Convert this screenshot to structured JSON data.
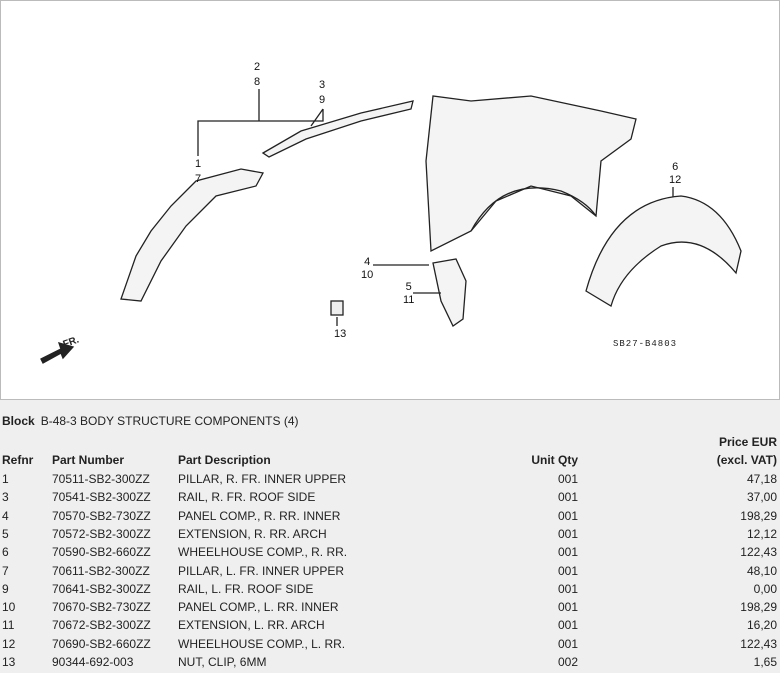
{
  "diagram": {
    "callouts": [
      {
        "id": "c28",
        "a": "2",
        "b": "8"
      },
      {
        "id": "c39",
        "a": "3",
        "b": "9"
      },
      {
        "id": "c17",
        "a": "1",
        "b": "7"
      },
      {
        "id": "c612",
        "a": "6",
        "b": "12"
      },
      {
        "id": "c410",
        "a": "4",
        "b": "10"
      },
      {
        "id": "c511",
        "a": "5",
        "b": "11"
      },
      {
        "id": "c13",
        "a": "13"
      }
    ],
    "front_label": "FR.",
    "diagram_code": "SB27-B4803"
  },
  "block": {
    "label": "Block",
    "title": "B-48-3 BODY STRUCTURE COMPONENTS (4)"
  },
  "table": {
    "headers": {
      "refnr": "Refnr",
      "part_number": "Part Number",
      "description": "Part Description",
      "qty": "Unit Qty",
      "price_line1": "Price EUR",
      "price_line2": "(excl. VAT)"
    },
    "rows": [
      {
        "ref": "1",
        "pn": "70511-SB2-300ZZ",
        "desc": "PILLAR, R. FR. INNER UPPER",
        "qty": "001",
        "price": "47,18"
      },
      {
        "ref": "3",
        "pn": "70541-SB2-300ZZ",
        "desc": "RAIL, R. FR. ROOF SIDE",
        "qty": "001",
        "price": "37,00"
      },
      {
        "ref": "4",
        "pn": "70570-SB2-730ZZ",
        "desc": "PANEL COMP., R. RR. INNER",
        "qty": "001",
        "price": "198,29"
      },
      {
        "ref": "5",
        "pn": "70572-SB2-300ZZ",
        "desc": "EXTENSION, R. RR. ARCH",
        "qty": "001",
        "price": "12,12"
      },
      {
        "ref": "6",
        "pn": "70590-SB2-660ZZ",
        "desc": "WHEELHOUSE COMP., R. RR.",
        "qty": "001",
        "price": "122,43"
      },
      {
        "ref": "7",
        "pn": "70611-SB2-300ZZ",
        "desc": "PILLAR, L. FR. INNER UPPER",
        "qty": "001",
        "price": "48,10"
      },
      {
        "ref": "9",
        "pn": "70641-SB2-300ZZ",
        "desc": "RAIL, L. FR. ROOF SIDE",
        "qty": "001",
        "price": "0,00"
      },
      {
        "ref": "10",
        "pn": "70670-SB2-730ZZ",
        "desc": "PANEL COMP., L. RR. INNER",
        "qty": "001",
        "price": "198,29"
      },
      {
        "ref": "11",
        "pn": "70672-SB2-300ZZ",
        "desc": "EXTENSION, L. RR. ARCH",
        "qty": "001",
        "price": "16,20"
      },
      {
        "ref": "12",
        "pn": "70690-SB2-660ZZ",
        "desc": "WHEELHOUSE COMP., L. RR.",
        "qty": "001",
        "price": "122,43"
      },
      {
        "ref": "13",
        "pn": "90344-692-003",
        "desc": "NUT, CLIP, 6MM",
        "qty": "002",
        "price": "1,65"
      }
    ]
  }
}
